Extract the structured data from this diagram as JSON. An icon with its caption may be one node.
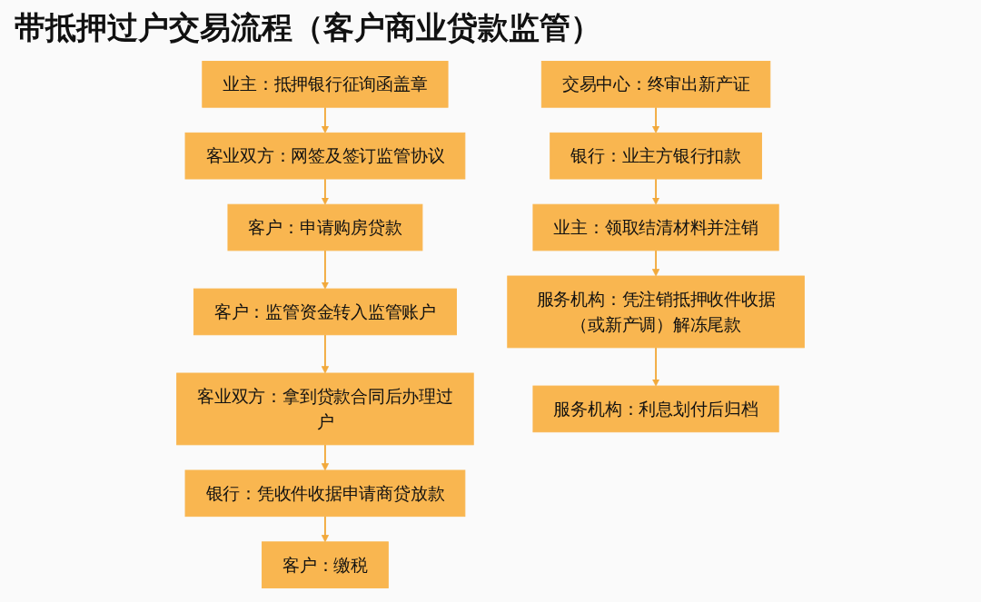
{
  "diagram": {
    "title": "带抵押过户交易流程（客户商业贷款监管）",
    "nodes": [
      {
        "text": [
          "业主：抵押银行征询函盖章"
        ]
      },
      {
        "text": [
          "客业双方：网签及签订监管协议"
        ]
      },
      {
        "text": [
          "客户：申请购房贷款"
        ]
      },
      {
        "text": [
          "客户：监管资金转入监管账户"
        ]
      },
      {
        "text": [
          "客业双方：拿到贷款合同后办理过户"
        ]
      },
      {
        "text": [
          "银行：凭收件收据申请商贷放款"
        ]
      },
      {
        "text": [
          "客户：缴税"
        ]
      },
      {
        "text": [
          "交易中心：终审出新产证"
        ]
      },
      {
        "text": [
          "银行：业主方银行扣款"
        ]
      },
      {
        "text": [
          "业主：领取结清材料并注销"
        ]
      },
      {
        "text": [
          "服务机构：凭注销抵押收件收据（或新产调）解冻尾款"
        ]
      },
      {
        "text": [
          "服务机构：利息划付后归档"
        ]
      }
    ],
    "edges": [
      {
        "from": 0,
        "to": 1,
        "arrow": "to"
      },
      {
        "from": 1,
        "to": 2,
        "arrow": "to"
      },
      {
        "from": 2,
        "to": 3,
        "arrow": "to"
      },
      {
        "from": 3,
        "to": 4,
        "arrow": "to"
      },
      {
        "from": 4,
        "to": 5,
        "arrow": "to"
      },
      {
        "from": 5,
        "to": 6,
        "arrow": "to"
      },
      {
        "from": 7,
        "to": 8,
        "arrow": "to"
      },
      {
        "from": 8,
        "to": 9,
        "arrow": "to"
      },
      {
        "from": 9,
        "to": 10,
        "arrow": "to"
      },
      {
        "from": 10,
        "to": 11,
        "arrow": "to"
      }
    ]
  }
}
